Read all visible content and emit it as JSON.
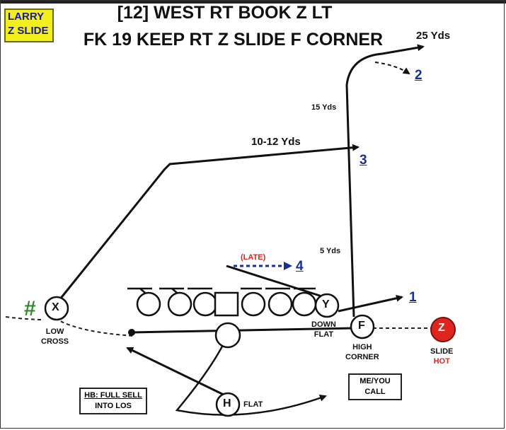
{
  "tag": {
    "line1": "LARRY",
    "line2": "Z SLIDE"
  },
  "title": {
    "line1": "[12] WEST RT BOOK Z LT",
    "line2": "FK 19 KEEP RT Z SLIDE F CORNER"
  },
  "distances": {
    "d25": "25 Yds",
    "d15": "15 Yds",
    "d10": "10-12 Yds",
    "d5": "5 Yds"
  },
  "late": "(LATE)",
  "progression": {
    "n1": "1",
    "n2": "2",
    "n3": "3",
    "n4": "4"
  },
  "players": {
    "x": "X",
    "y": "Y",
    "f": "F",
    "z": "Z",
    "h": "H",
    "hash": "#"
  },
  "notes": {
    "low": "LOW",
    "cross": "CROSS",
    "down": "DOWN",
    "flat": "FLAT",
    "high": "HIGH",
    "corner": "CORNER",
    "slide": "SLIDE",
    "hot": "HOT",
    "h_flat": "FLAT"
  },
  "boxes": {
    "hb_a": "HB: FULL SELL",
    "hb_b": "INTO LOS",
    "me_a": "ME/YOU",
    "me_b": "CALL"
  },
  "colors": {
    "tag_bg": "#f3ef1c",
    "num": "#1a2e99",
    "hot": "#e0251f",
    "hash": "#2f8a2f"
  }
}
